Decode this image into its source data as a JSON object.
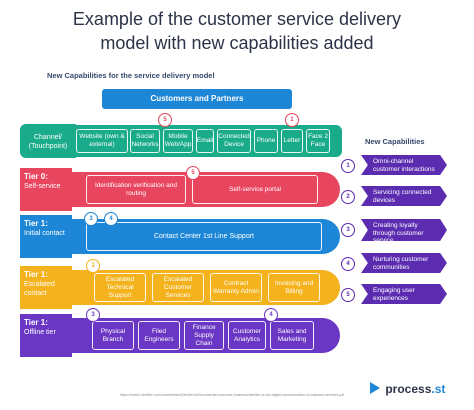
{
  "title": {
    "line1": "Example of the customer service delivery",
    "line2": "model with new capabilities added"
  },
  "subtitle": "New Capabilities for the service delivery model",
  "banner": "Customers and Partners",
  "channel": {
    "label": "Channel/ (Touchpoint)",
    "items": [
      "Website (own & external)",
      "Social Networks",
      "Mobile Web/App",
      "Email",
      "Connected Device",
      "Phone",
      "Letter",
      "Face 2 Face"
    ],
    "badges": [
      "5",
      "1"
    ]
  },
  "tiers": [
    {
      "name": "Tier 0:",
      "desc": "Self-service",
      "boxes": [
        "Identification verification and routing",
        "Self-service portal"
      ],
      "badges": [
        "5"
      ],
      "color": "#e8455e"
    },
    {
      "name": "Tier 1:",
      "desc": "Initial contact",
      "boxes": [
        "Contact Center 1st Line Support"
      ],
      "badges": [
        "3",
        "4"
      ],
      "color": "#1d86d6"
    },
    {
      "name": "Tier 1:",
      "desc": "Escalated contact",
      "boxes": [
        "Escalated Technical Support",
        "Escalated Customer Services",
        "Contract Warranty Admin",
        "Invoicing and Billing"
      ],
      "badges": [
        "3"
      ],
      "color": "#f4b21c"
    },
    {
      "name": "Tier 1:",
      "desc": "Offline tier",
      "boxes": [
        "Physical Branch",
        "Filed Engineers",
        "Finance Supply Chain",
        "Customer Analytics",
        "Sales and Marketing"
      ],
      "badges": [
        "3",
        "4"
      ],
      "color": "#6a36c4"
    }
  ],
  "new_capabilities": {
    "title": "New Capabilities",
    "items": [
      {
        "num": "1",
        "label": "Omni-channel customer interactions"
      },
      {
        "num": "2",
        "label": "Servicing connected devices"
      },
      {
        "num": "3",
        "label": "Creating loyalty through customer service"
      },
      {
        "num": "4",
        "label": "Nurturing customer communities"
      },
      {
        "num": "5",
        "label": "Engaging user experiences"
      }
    ]
  },
  "colors": {
    "teal": "#1aab8a",
    "red": "#e8455e",
    "blue": "#1d86d6",
    "yellow": "#f4b21c",
    "purple": "#6a36c4",
    "cap": "#5b2bb0"
  },
  "source": "https://www2.deloitte.com/content/dam/Deloitte/uk/Documents/consumer-business/deloitte-uk-the-digital-transformation-of-customer-services.pdf",
  "logo": {
    "text": "process",
    "suffix": ".st"
  }
}
